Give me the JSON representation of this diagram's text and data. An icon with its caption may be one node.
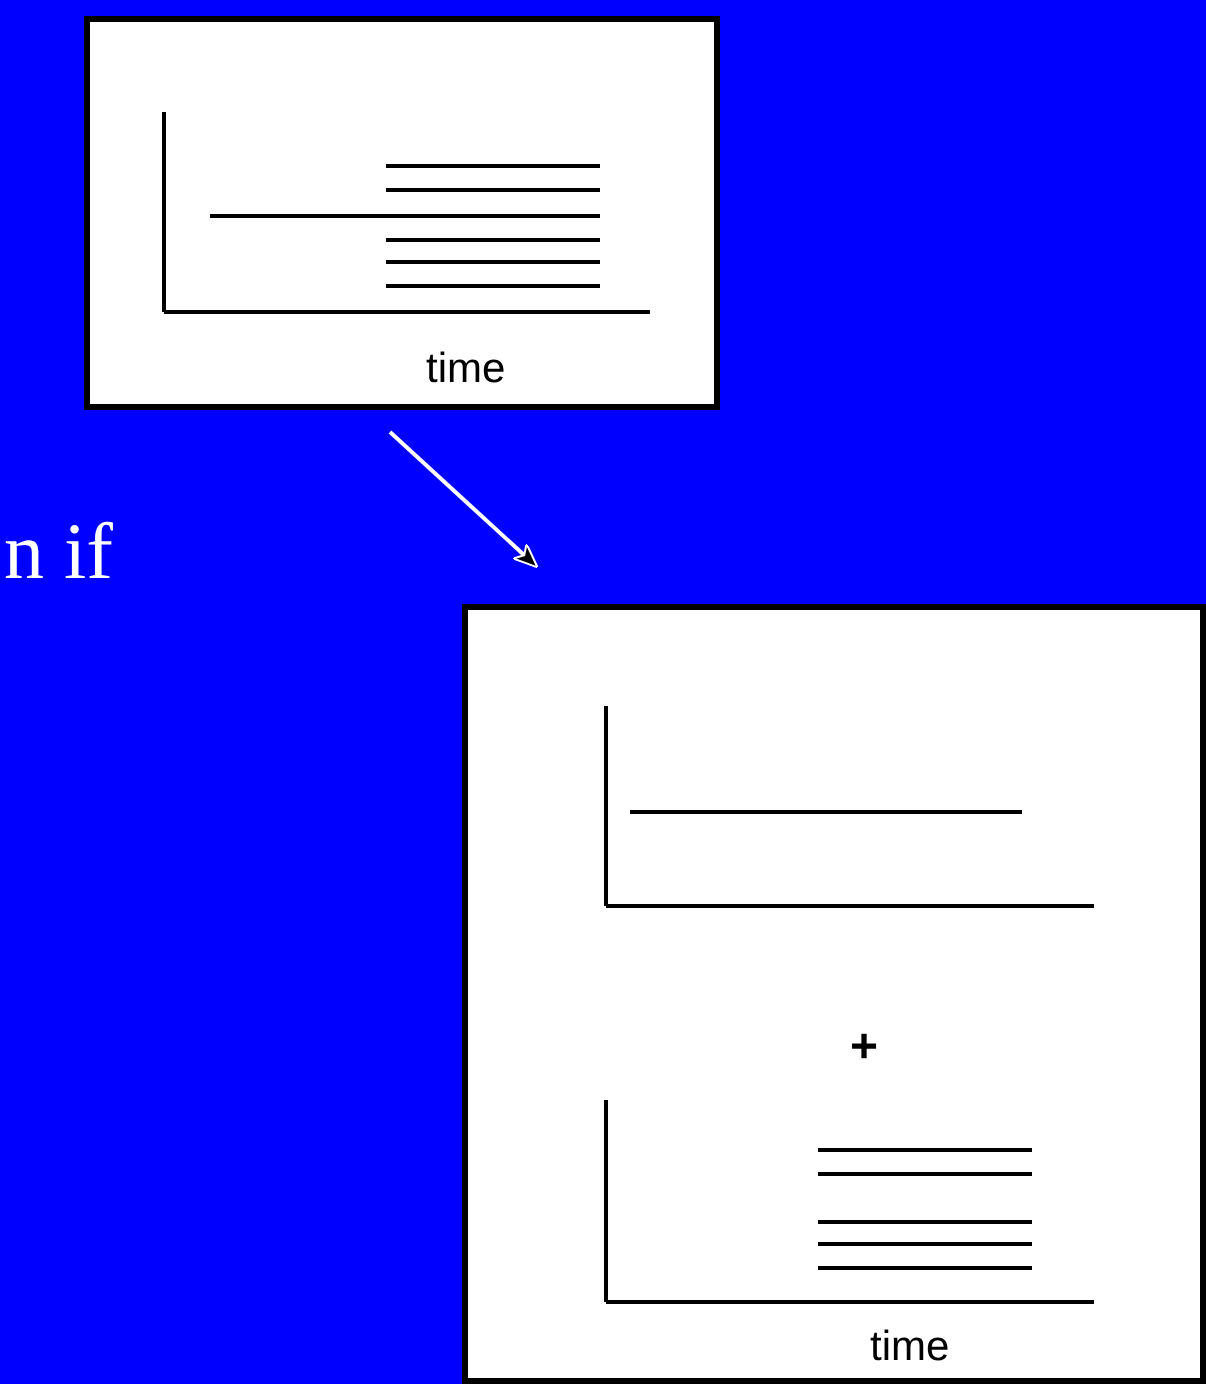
{
  "diagram": {
    "nodes": [
      {
        "text": [
          "time"
        ]
      },
      {
        "text": [
          "+",
          "time"
        ]
      }
    ],
    "edges": [
      {
        "from": 0,
        "to": 1,
        "arrow": "to"
      }
    ],
    "labels": [
      "n if"
    ]
  }
}
